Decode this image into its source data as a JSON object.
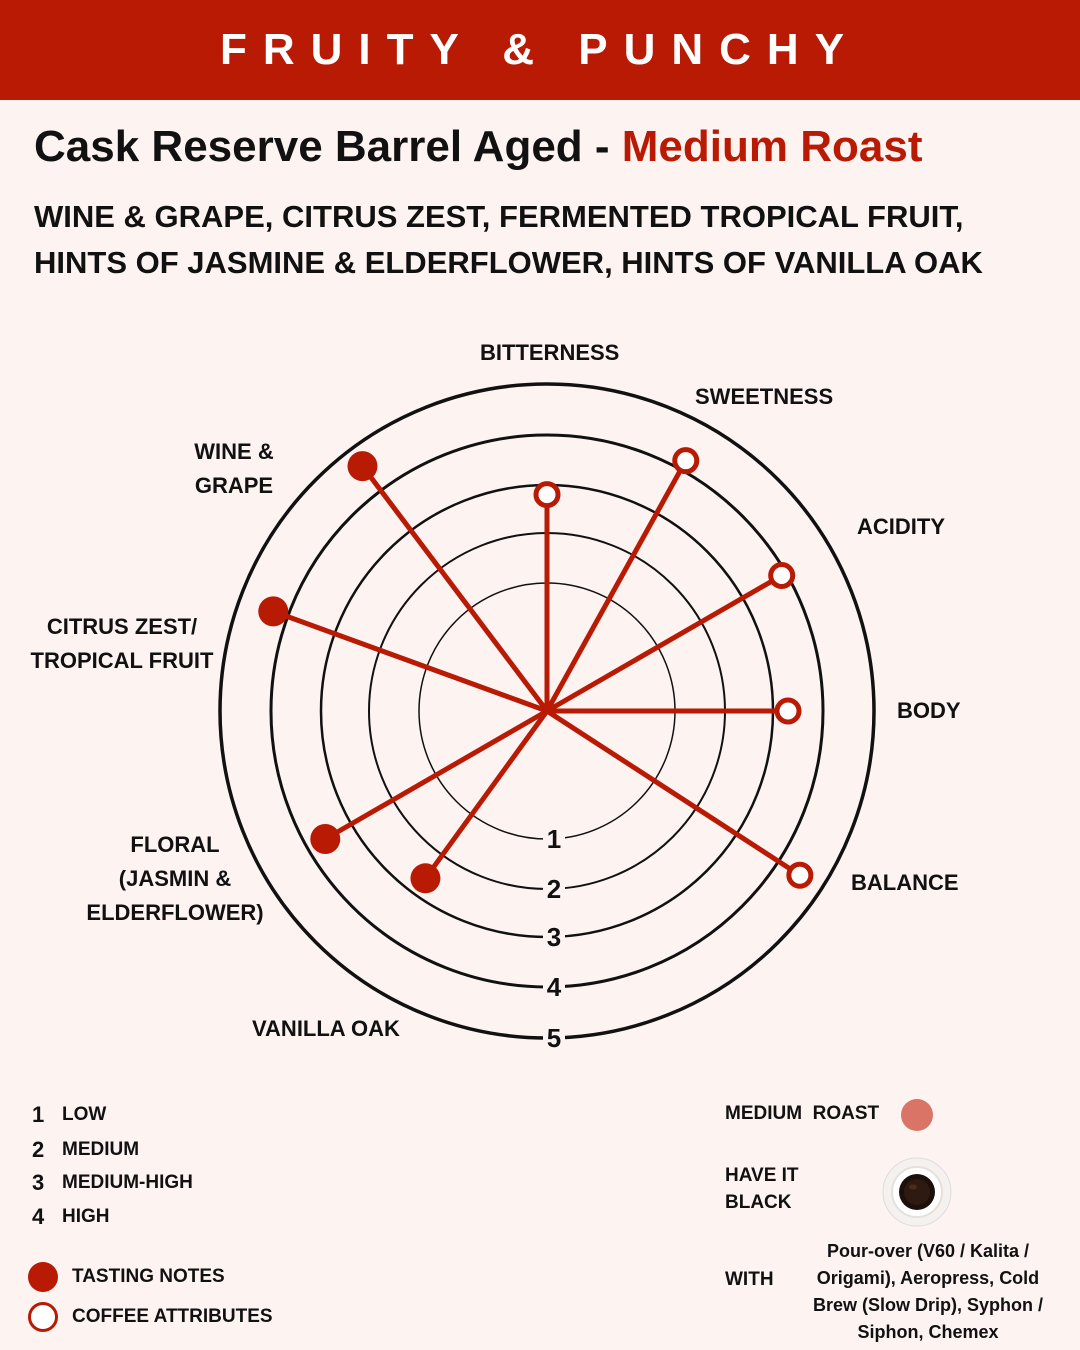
{
  "banner": "FRUITY & PUNCHY",
  "title": {
    "main": "Cask Reserve Barrel Aged - ",
    "roast": "Medium Roast"
  },
  "notes": "WINE & GRAPE, CITRUS ZEST, FERMENTED TROPICAL FRUIT, HINTS OF JASMINE & ELDERFLOWER, HINTS OF VANILLA OAK",
  "chart_data": {
    "type": "radar",
    "scale_labels": [
      "1",
      "2",
      "3",
      "4",
      "5"
    ],
    "axes": [
      {
        "name": "BITTERNESS",
        "angle_deg": 0,
        "value": 2.8,
        "kind": "attribute"
      },
      {
        "name": "SWEETNESS",
        "angle_deg": 29,
        "value": 4.2,
        "kind": "attribute"
      },
      {
        "name": "ACIDITY",
        "angle_deg": 60,
        "value": 3.9,
        "kind": "attribute"
      },
      {
        "name": "BODY",
        "angle_deg": 90,
        "value": 3.3,
        "kind": "attribute"
      },
      {
        "name": "BALANCE",
        "angle_deg": 123,
        "value": 4.5,
        "kind": "attribute"
      },
      {
        "name": "VANILLA OAK",
        "angle_deg": 216,
        "value": 2.6,
        "kind": "tasting_note"
      },
      {
        "name": "FLORAL (JASMIN & ELDERFLOWER)",
        "angle_deg": 240,
        "value": 3.6,
        "kind": "tasting_note"
      },
      {
        "name": "CITRUS ZEST/ TROPICAL FRUIT",
        "angle_deg": 290,
        "value": 4.3,
        "kind": "tasting_note"
      },
      {
        "name": "WINE & GRAPE",
        "angle_deg": 323,
        "value": 4.6,
        "kind": "tasting_note"
      }
    ],
    "colors": {
      "accent": "#b81a04",
      "ring": "#111111"
    }
  },
  "labels": {
    "bitterness": "BITTERNESS",
    "sweetness": "SWEETNESS",
    "acidity": "ACIDITY",
    "body": "BODY",
    "balance": "BALANCE",
    "vanilla": "VANILLA OAK",
    "floral": [
      "FLORAL",
      "(JASMIN &",
      "ELDERFLOWER)"
    ],
    "citrus": [
      "CITRUS ZEST/",
      "TROPICAL FRUIT"
    ],
    "wine": [
      "WINE &",
      "GRAPE"
    ]
  },
  "legend": {
    "levels": [
      {
        "num": "1",
        "text": "LOW"
      },
      {
        "num": "2",
        "text": "MEDIUM"
      },
      {
        "num": "3",
        "text": "MEDIUM-HIGH"
      },
      {
        "num": "4",
        "text": "HIGH"
      }
    ],
    "tasting_notes": "TASTING NOTES",
    "coffee_attributes": "COFFEE ATTRIBUTES"
  },
  "info": {
    "roast_label": "MEDIUM  ROAST",
    "roast_color": "#d97467",
    "black_label": [
      "HAVE IT",
      "BLACK"
    ],
    "with_label": "WITH",
    "methods": "Pour-over (V60 / Kalita / Origami), Aeropress, Cold Brew (Slow Drip), Syphon / Siphon, Chemex"
  }
}
